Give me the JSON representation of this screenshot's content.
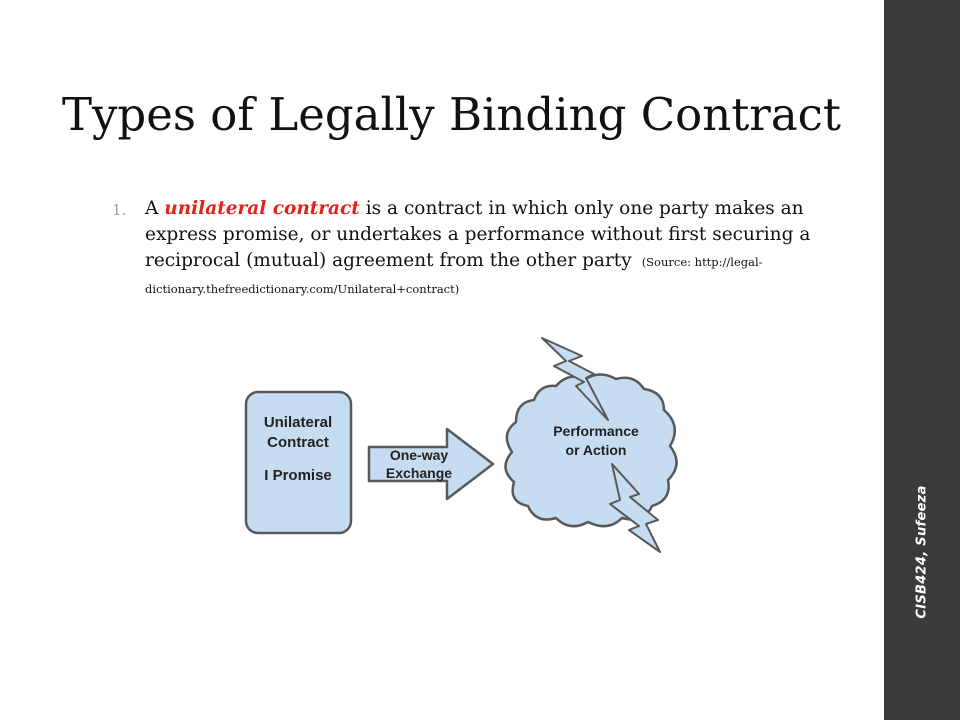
{
  "slide": {
    "title": "Types of Legally Binding Contract",
    "item_number": "1.",
    "body": {
      "lead": "A ",
      "term": "unilateral contract",
      "text": " is a contract in which only one party makes an express promise, or undertakes a performance without first securing a reciprocal (mutual) agreement from the other party",
      "source": "(Source: http://legal-dictionary.thefreedictionary.com/Unilateral+contract)"
    },
    "footer_vertical": "CISB424, Sufeeza"
  },
  "diagram": {
    "box_lines": [
      "Unilateral",
      "Contract",
      "I Promise"
    ],
    "arrow_lines": [
      "One-way",
      "Exchange"
    ],
    "cloud_lines": [
      "Performance",
      "or Action"
    ]
  },
  "colors": {
    "accent": "#e0241b",
    "sidebar": "#3a3a3a",
    "shape_fill": "#c6dcf0",
    "shape_stroke": "#595959"
  }
}
